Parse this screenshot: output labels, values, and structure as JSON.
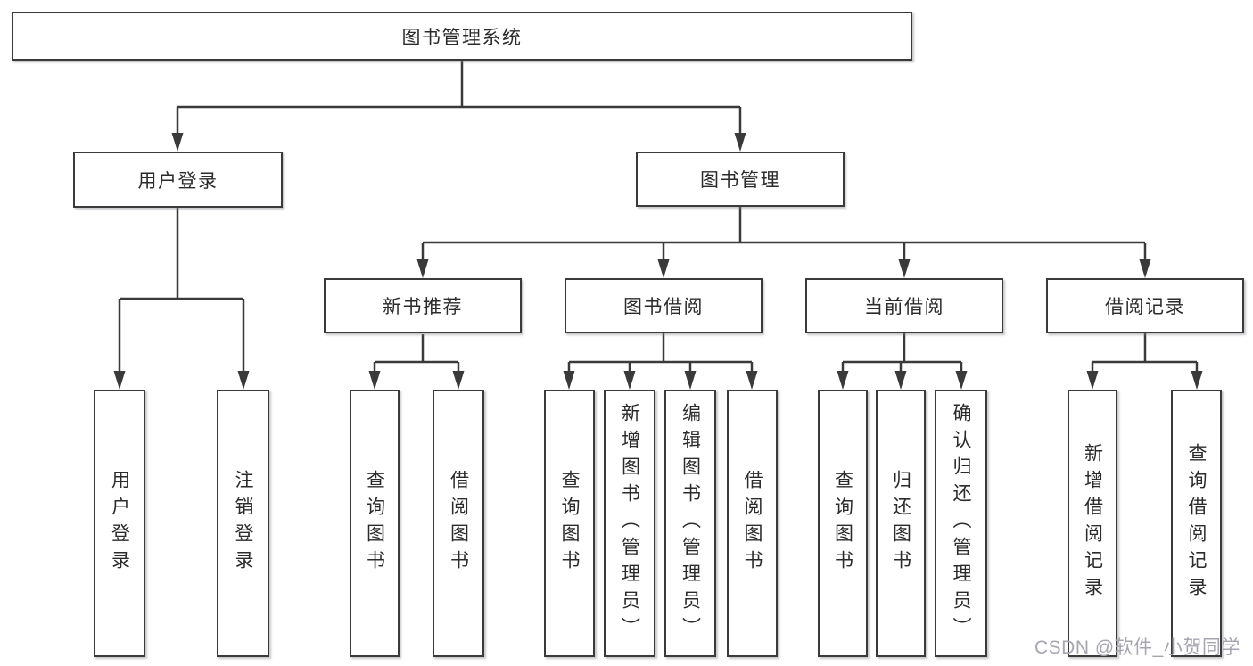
{
  "diagram": {
    "root": {
      "label": "图书管理系统"
    },
    "level1": [
      {
        "label": "用户登录",
        "children": [
          "用户登录",
          "注销登录"
        ]
      },
      {
        "label": "图书管理",
        "sections": [
          {
            "label": "新书推荐",
            "children": [
              "查询图书",
              "借阅图书"
            ]
          },
          {
            "label": "图书借阅",
            "children": [
              "查询图书",
              "新增图书（管理员）",
              "编辑图书（管理员）",
              "借阅图书"
            ]
          },
          {
            "label": "当前借阅",
            "children": [
              "查询图书",
              "归还图书",
              "确认归还（管理员）"
            ]
          },
          {
            "label": "借阅记录",
            "children": [
              "新增借阅记录",
              "查询借阅记录"
            ]
          }
        ]
      }
    ]
  },
  "watermark": "CSDN @软件_小贺同学",
  "colors": {
    "line": "#3a3a3a",
    "text": "#2b2b2b",
    "background": "#ffffff",
    "watermark": "#a6a6b0"
  }
}
